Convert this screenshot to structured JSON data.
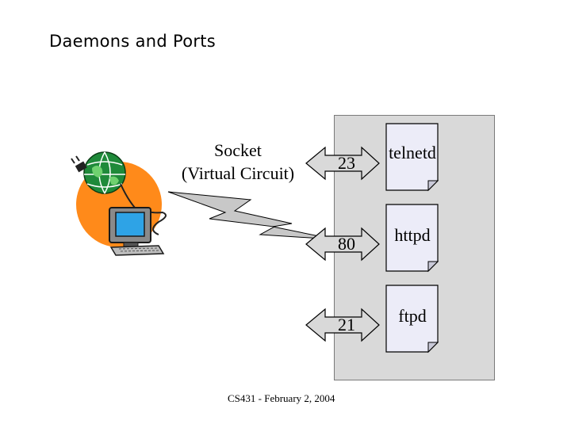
{
  "slide": {
    "title": "Daemons and Ports",
    "footer": "CS431 - February 2, 2004"
  },
  "socket": {
    "line1": "Socket",
    "line2": "(Virtual Circuit)"
  },
  "ports": [
    {
      "port": "23",
      "daemon": "telnetd"
    },
    {
      "port": "80",
      "daemon": "httpd"
    },
    {
      "port": "21",
      "daemon": "ftpd"
    }
  ],
  "colors": {
    "server_box": "#d9d9d9",
    "daemon_page": "#ececf8",
    "arrow": "#d9d9d9",
    "lightning": "#c8c8c8",
    "client_circle": "#ff8a1a",
    "monitor_screen": "#2ea3e6"
  },
  "icons": {
    "client": "networked-computer-globe-icon",
    "connection": "lightning-bolt-icon",
    "daemon": "folded-page-icon",
    "port": "double-arrow-icon"
  }
}
